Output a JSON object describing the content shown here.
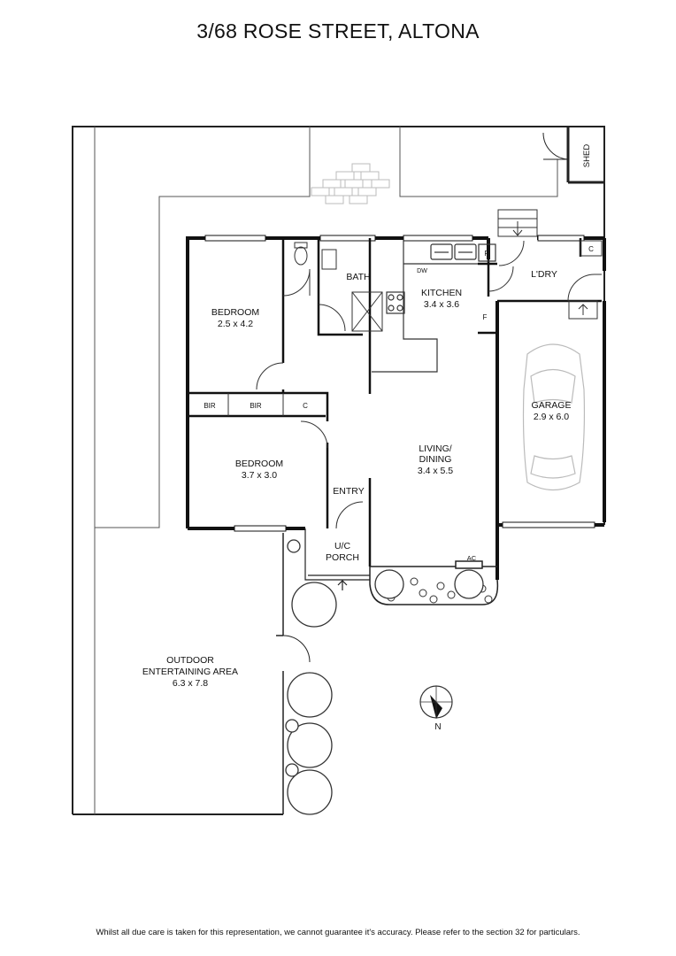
{
  "title": "3/68 ROSE STREET, ALTONA",
  "disclaimer": "Whilst all due care is taken for this representation, we cannot guarantee it's accuracy. Please refer to the section 32 for particulars.",
  "rooms": {
    "bedroom1": {
      "name": "BEDROOM",
      "size": "2.5 x 4.2"
    },
    "bedroom2": {
      "name": "BEDROOM",
      "size": "3.7 x 3.0"
    },
    "bath": {
      "name": "BATH"
    },
    "kitchen": {
      "name": "KITCHEN",
      "size": "3.4 x 3.6"
    },
    "laundry": {
      "name": "L'DRY"
    },
    "living": {
      "line1": "LIVING/",
      "line2": "DINING",
      "size": "3.4 x 5.5"
    },
    "garage": {
      "name": "GARAGE",
      "size": "2.9 x 6.0"
    },
    "entry": {
      "name": "ENTRY"
    },
    "porch": {
      "line1": "U/C",
      "line2": "PORCH"
    },
    "outdoor": {
      "line1": "OUTDOOR",
      "line2": "ENTERTAINING AREA",
      "size": "6.3 x 7.8"
    },
    "shed": {
      "name": "SHED"
    }
  },
  "labels": {
    "bir1": "BIR",
    "bir2": "BIR",
    "c1": "C",
    "c2": "C",
    "dw": "DW",
    "p": "P",
    "f": "F",
    "ac": "AC",
    "north": "N"
  }
}
